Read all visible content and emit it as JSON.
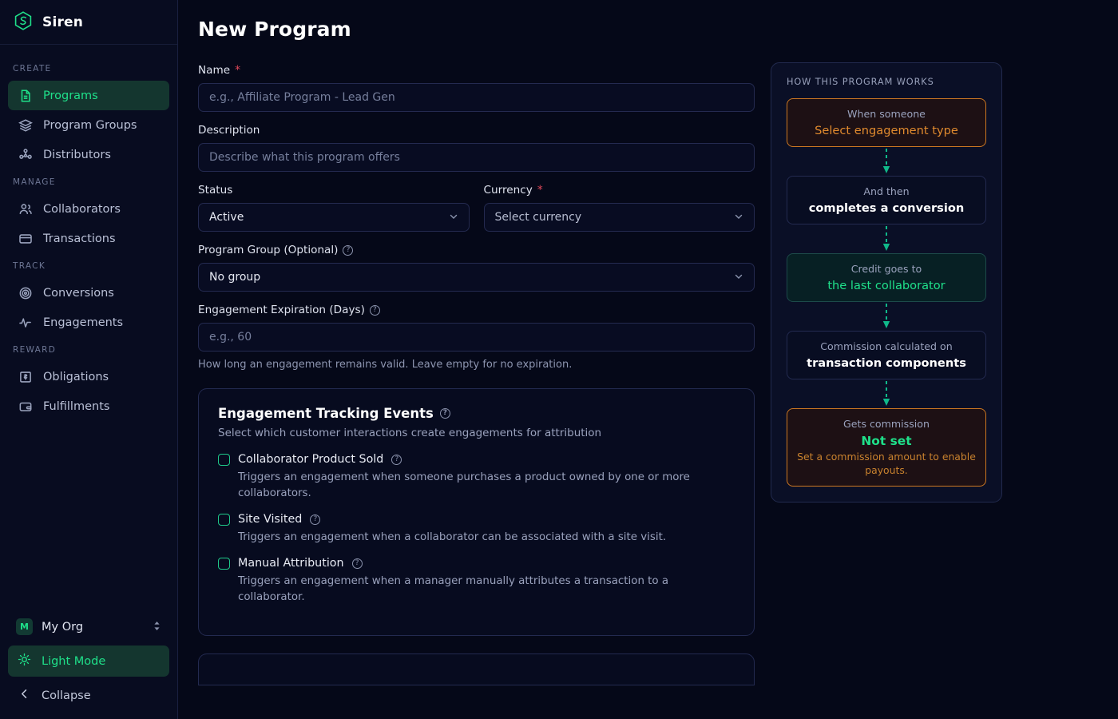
{
  "brand": {
    "name": "Siren",
    "logo_icon": "hexagon-s-logo-icon"
  },
  "sidebar": {
    "sections": [
      {
        "label": "CREATE",
        "items": [
          {
            "label": "Programs",
            "icon": "document-icon",
            "active": true
          },
          {
            "label": "Program Groups",
            "icon": "layers-icon",
            "active": false
          },
          {
            "label": "Distributors",
            "icon": "network-nodes-icon",
            "active": false
          }
        ]
      },
      {
        "label": "MANAGE",
        "items": [
          {
            "label": "Collaborators",
            "icon": "users-icon",
            "active": false
          },
          {
            "label": "Transactions",
            "icon": "credit-card-icon",
            "active": false
          }
        ]
      },
      {
        "label": "TRACK",
        "items": [
          {
            "label": "Conversions",
            "icon": "target-icon",
            "active": false
          },
          {
            "label": "Engagements",
            "icon": "activity-pulse-icon",
            "active": false
          }
        ]
      },
      {
        "label": "REWARD",
        "items": [
          {
            "label": "Obligations",
            "icon": "money-bill-icon",
            "active": false
          },
          {
            "label": "Fulfillments",
            "icon": "wallet-icon",
            "active": false
          }
        ]
      }
    ],
    "org": {
      "badge": "M",
      "name": "My Org",
      "chevron_icon": "chevron-up-down-icon"
    },
    "light_mode": {
      "label": "Light Mode",
      "icon": "sun-icon"
    },
    "collapse": {
      "label": "Collapse",
      "icon": "chevron-left-icon"
    }
  },
  "page": {
    "title": "New Program"
  },
  "form": {
    "name": {
      "label": "Name",
      "required": "*",
      "placeholder": "e.g., Affiliate Program - Lead Gen",
      "value": ""
    },
    "description": {
      "label": "Description",
      "placeholder": "Describe what this program offers",
      "value": ""
    },
    "status": {
      "label": "Status",
      "value": "Active"
    },
    "currency": {
      "label": "Currency",
      "required": "*",
      "value": "Select currency"
    },
    "program_group": {
      "label": "Program Group (Optional)",
      "value": "No group",
      "help_icon": "question-mark-icon"
    },
    "expiration": {
      "label": "Engagement Expiration (Days)",
      "placeholder": "e.g., 60",
      "value": "",
      "hint": "How long an engagement remains valid. Leave empty for no expiration.",
      "help_icon": "question-mark-icon"
    }
  },
  "tracking_card": {
    "title": "Engagement Tracking Events",
    "subtitle": "Select which customer interactions create engagements for attribution",
    "help_icon": "question-mark-icon",
    "options": [
      {
        "label": "Collaborator Product Sold",
        "checked": false,
        "description": "Triggers an engagement when someone purchases a product owned by one or more collaborators."
      },
      {
        "label": "Site Visited",
        "checked": false,
        "description": "Triggers an engagement when a collaborator can be associated with a site visit."
      },
      {
        "label": "Manual Attribution",
        "checked": false,
        "description": "Triggers an engagement when a manager manually attributes a transaction to a collaborator."
      }
    ]
  },
  "how_it_works": {
    "title": "HOW THIS PROGRAM WORKS",
    "steps": [
      {
        "caption": "When someone",
        "value": "Select engagement type",
        "style": "warn",
        "note": ""
      },
      {
        "caption": "And then",
        "value": "completes a conversion",
        "style": "plain",
        "note": ""
      },
      {
        "caption": "Credit goes to",
        "value": "the last collaborator",
        "style": "teal",
        "note": ""
      },
      {
        "caption": "Commission calculated on",
        "value": "transaction components",
        "style": "plain",
        "note": ""
      },
      {
        "caption": "Gets commission",
        "value": "Not set",
        "style": "final",
        "note": "Set a commission amount to enable payouts."
      }
    ]
  },
  "colors": {
    "accent_green": "#1fe08a",
    "warn_orange": "#e08a2e",
    "required_red": "#e0485a",
    "bg": "#050818",
    "sidebar_bg": "#080c20",
    "card_bg": "#070b1f",
    "border": "#232a50"
  }
}
